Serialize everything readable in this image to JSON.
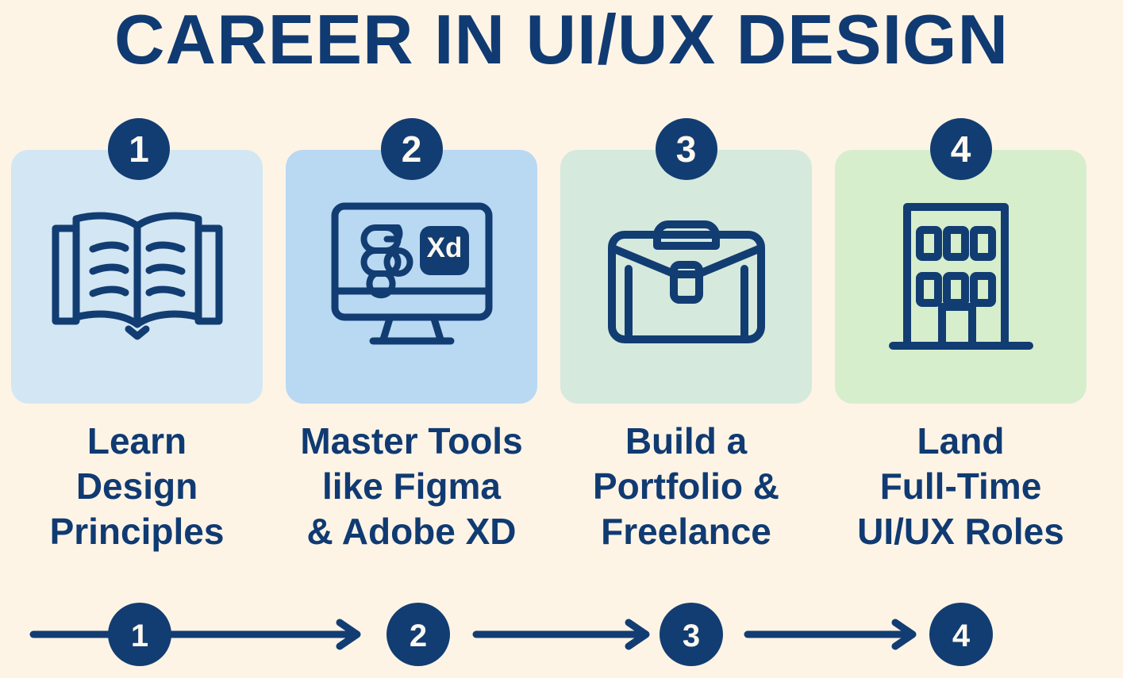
{
  "page": {
    "title": "CAREER IN UI/UX DESIGN",
    "background_color": "#fdf4e6",
    "brand_navy": "#123d72"
  },
  "steps": [
    {
      "number": "1",
      "icon": "open-book-icon",
      "card_color": "#d3e6f3",
      "caption_lines": [
        "Learn",
        "Design",
        "Principles"
      ]
    },
    {
      "number": "2",
      "icon": "monitor-design-tools-icon",
      "card_color": "#b9d8f2",
      "caption_lines": [
        "Master Tools",
        "like Figma",
        "& Adobe XD"
      ],
      "logo_labels": {
        "figma": "",
        "xd": "Xd"
      }
    },
    {
      "number": "3",
      "icon": "briefcase-icon",
      "card_color": "#d5e9dd",
      "caption_lines": [
        "Build a",
        "Portfolio &",
        "Freelance"
      ]
    },
    {
      "number": "4",
      "icon": "office-building-icon",
      "card_color": "#d7eecd",
      "caption_lines": [
        "Land",
        "Full-Time",
        "UI/UX Roles"
      ]
    }
  ],
  "timeline": {
    "nodes": [
      "1",
      "2",
      "3",
      "4"
    ],
    "connector": "arrow-right-icon"
  }
}
